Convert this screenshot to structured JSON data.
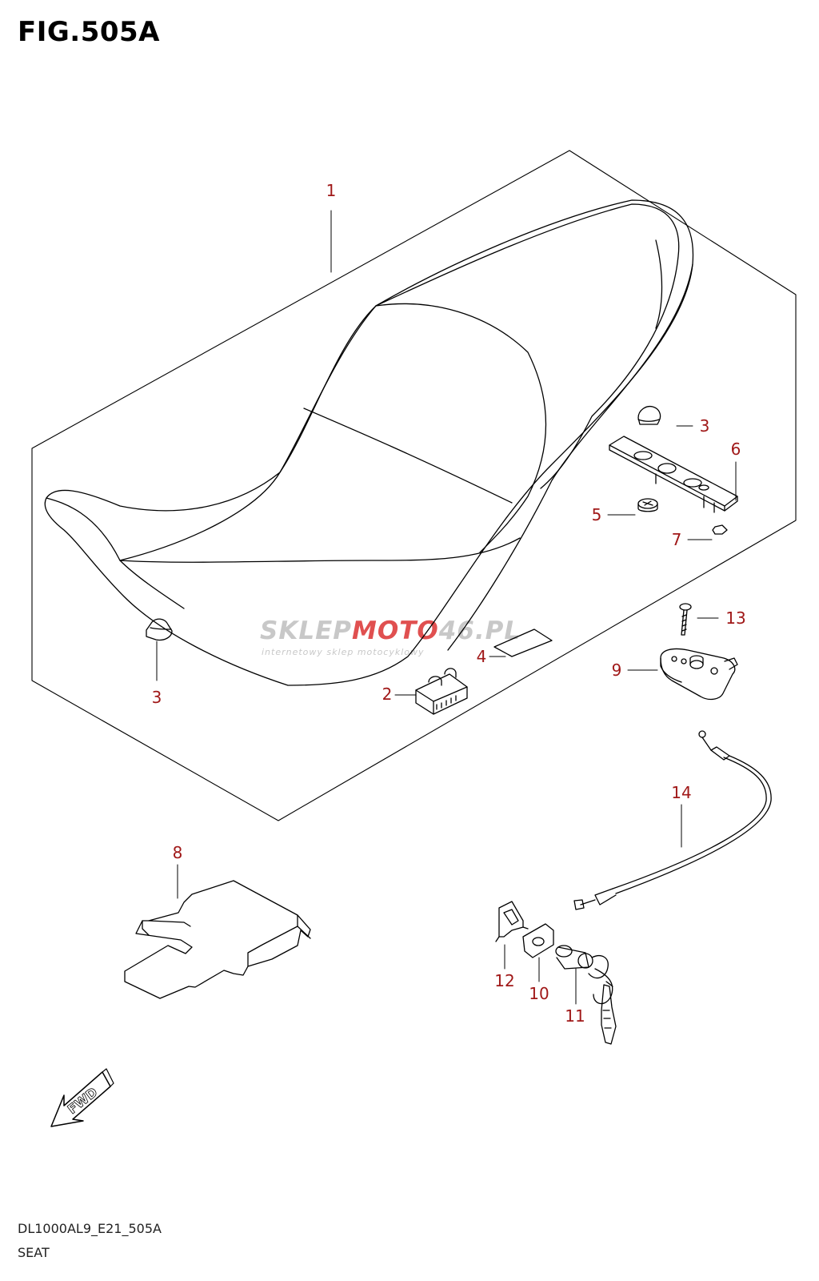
{
  "figure": {
    "title": "FIG.505A",
    "code": "DL1000AL9_E21_505A",
    "section": "SEAT"
  },
  "callouts": [
    {
      "label": "1"
    },
    {
      "label": "2"
    },
    {
      "label": "3"
    },
    {
      "label": "3"
    },
    {
      "label": "4"
    },
    {
      "label": "5"
    },
    {
      "label": "6"
    },
    {
      "label": "7"
    },
    {
      "label": "8"
    },
    {
      "label": "9"
    },
    {
      "label": "10"
    },
    {
      "label": "11"
    },
    {
      "label": "12"
    },
    {
      "label": "13"
    },
    {
      "label": "14"
    }
  ],
  "fwd_arrow": {
    "label": "FWD"
  },
  "watermark": {
    "main_a": "SKLEP",
    "main_b": "MOTO",
    "main_c": "46.PL",
    "sub": "internetowy sklep motocyklowy"
  },
  "colors": {
    "callout": "#a01818",
    "line": "#000000",
    "watermark_gray": "#c8c8c8",
    "watermark_red": "#e05050"
  }
}
